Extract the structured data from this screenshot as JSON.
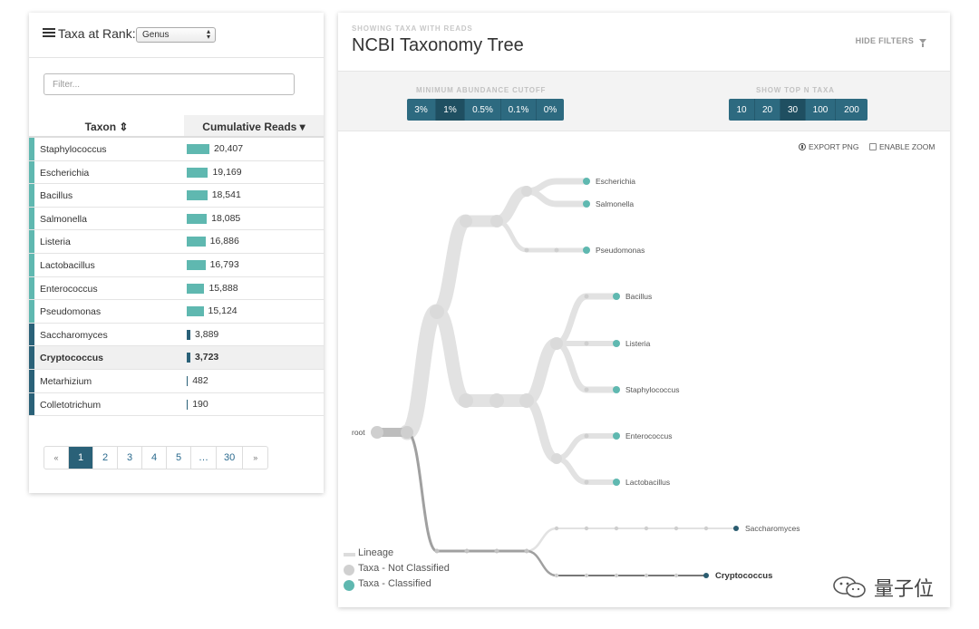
{
  "left": {
    "rank_label": "Taxa at Rank:",
    "rank_value": "Genus",
    "filter_placeholder": "Filter...",
    "columns": {
      "taxon": "Taxon ⇕",
      "reads": "Cumulative Reads ▾"
    },
    "rows": [
      {
        "name": "Staphylococcus",
        "reads": "20,407",
        "reads_num": 20407,
        "classified": true
      },
      {
        "name": "Escherichia",
        "reads": "19,169",
        "reads_num": 19169,
        "classified": true
      },
      {
        "name": "Bacillus",
        "reads": "18,541",
        "reads_num": 18541,
        "classified": true
      },
      {
        "name": "Salmonella",
        "reads": "18,085",
        "reads_num": 18085,
        "classified": true
      },
      {
        "name": "Listeria",
        "reads": "16,886",
        "reads_num": 16886,
        "classified": true
      },
      {
        "name": "Lactobacillus",
        "reads": "16,793",
        "reads_num": 16793,
        "classified": true
      },
      {
        "name": "Enterococcus",
        "reads": "15,888",
        "reads_num": 15888,
        "classified": true
      },
      {
        "name": "Pseudomonas",
        "reads": "15,124",
        "reads_num": 15124,
        "classified": true
      },
      {
        "name": "Saccharomyces",
        "reads": "3,889",
        "reads_num": 3889,
        "classified": false
      },
      {
        "name": "Cryptococcus",
        "reads": "3,723",
        "reads_num": 3723,
        "classified": false,
        "selected": true
      },
      {
        "name": "Metarhizium",
        "reads": "482",
        "reads_num": 482,
        "classified": false
      },
      {
        "name": "Colletotrichum",
        "reads": "190",
        "reads_num": 190,
        "classified": false
      }
    ],
    "pagination": {
      "prev": "«",
      "pages": [
        "1",
        "2",
        "3",
        "4",
        "5",
        "…",
        "30"
      ],
      "active": "1",
      "next": "»"
    }
  },
  "right": {
    "subtitle": "SHOWING TAXA WITH READS",
    "title": "NCBI Taxonomy Tree",
    "hide_filters": "HIDE FILTERS",
    "abundance_label": "MINIMUM ABUNDANCE CUTOFF",
    "abundance_options": [
      "3%",
      "1%",
      "0.5%",
      "0.1%",
      "0%"
    ],
    "abundance_active": "1%",
    "topn_label": "SHOW TOP N TAXA",
    "topn_options": [
      "10",
      "20",
      "30",
      "100",
      "200"
    ],
    "topn_active": "30",
    "export_png": "EXPORT PNG",
    "enable_zoom": "ENABLE ZOOM",
    "tree": {
      "root_label": "root",
      "leaves": [
        "Escherichia",
        "Salmonella",
        "Pseudomonas",
        "Bacillus",
        "Listeria",
        "Staphylococcus",
        "Enterococcus",
        "Lactobacillus",
        "Saccharomyces",
        "Cryptococcus"
      ],
      "selected_leaf": "Cryptococcus"
    },
    "legend": {
      "lineage": "Lineage",
      "not_classified": "Taxa - Not Classified",
      "classified": "Taxa - Classified"
    }
  },
  "colors": {
    "teal": "#5fb8b0",
    "dark_blue": "#2d6a80",
    "dark_tag": "#2a6178",
    "lineage": "#dcdcdc"
  },
  "watermark": "量子位"
}
